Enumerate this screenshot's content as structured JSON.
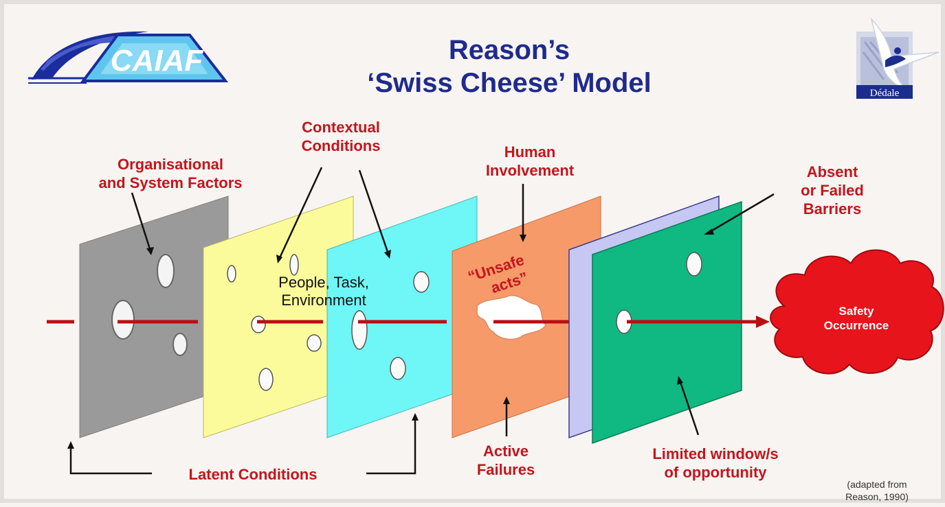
{
  "title": {
    "line1": "Reason’s",
    "line2": "‘Swiss Cheese’ Model"
  },
  "logos": {
    "left": "CAIAF",
    "right": "Dédale"
  },
  "labels": {
    "organisational": [
      "Organisational",
      "and System Factors"
    ],
    "contextual": [
      "Contextual",
      "Conditions"
    ],
    "human": [
      "Human",
      "Involvement"
    ],
    "absent": [
      "Absent",
      "or Failed",
      "Barriers"
    ],
    "people": [
      "People, Task,",
      "Environment"
    ],
    "unsafe": [
      "“Unsafe",
      "acts”"
    ],
    "safety": [
      "Safety",
      "Occurrence"
    ],
    "latent": "Latent Conditions",
    "active": [
      "Active",
      "Failures"
    ],
    "limited": [
      "Limited window/s",
      "of opportunity"
    ],
    "citation": [
      "(adapted from",
      "Reason, 1990)"
    ]
  },
  "colors": {
    "title": "#1f2b8c",
    "label": "#c4151c",
    "slice_gray": "#9a9a9a",
    "slice_yellow": "#fbfb9b",
    "slice_cyan": "#6ff6f6",
    "slice_orange": "#f79a6a",
    "slice_lavender": "#c7c7f3",
    "slice_green": "#10b882",
    "cloud": "#e8141c",
    "trajectory": "#b80f14"
  }
}
